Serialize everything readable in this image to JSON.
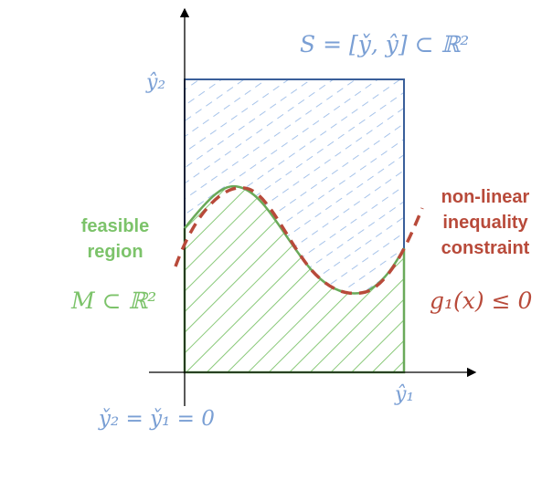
{
  "labels": {
    "set_s": "S = [y̌, ŷ] ⊂ ℝ²",
    "y2_hat": "ŷ₂",
    "y1_hat": "ŷ₁",
    "origin": "y̌₂ = y̌₁ = 0",
    "feasible_line1": "feasible",
    "feasible_line2": "region",
    "set_m": "M ⊂ ℝ²",
    "constraint_line1": "non-linear",
    "constraint_line2": "inequality",
    "constraint_line3": "constraint",
    "constraint_formula": "g₁(x) ≤ 0"
  },
  "colors": {
    "blue_label": "#7a9fd4",
    "blue_border": "#3a5f9a",
    "blue_hatch": "#9dbde8",
    "green": "#7cc36a",
    "green_border": "#6aaa5a",
    "red": "#b84a3a",
    "axis": "#000000"
  }
}
